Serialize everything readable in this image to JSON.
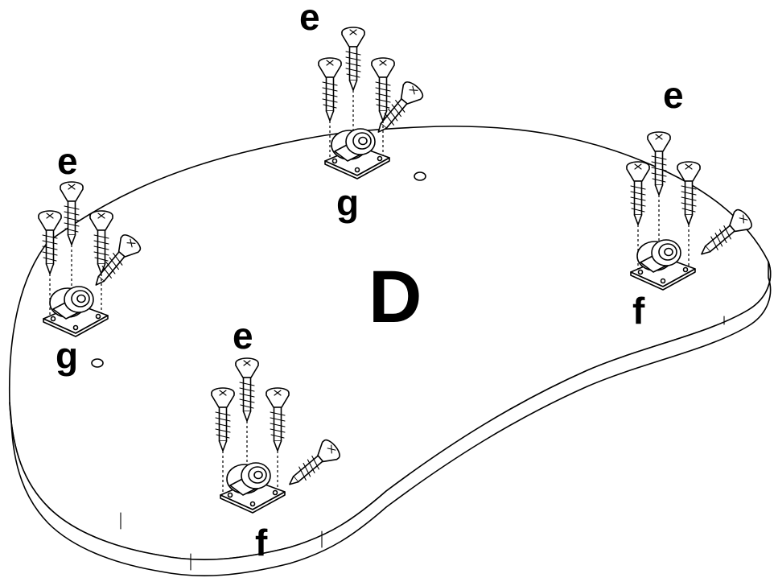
{
  "labels": {
    "panel": "D",
    "screw": "e",
    "fitting_f": "f",
    "fitting_g": "g"
  },
  "colors": {
    "ink": "#000000",
    "paper": "#ffffff"
  }
}
